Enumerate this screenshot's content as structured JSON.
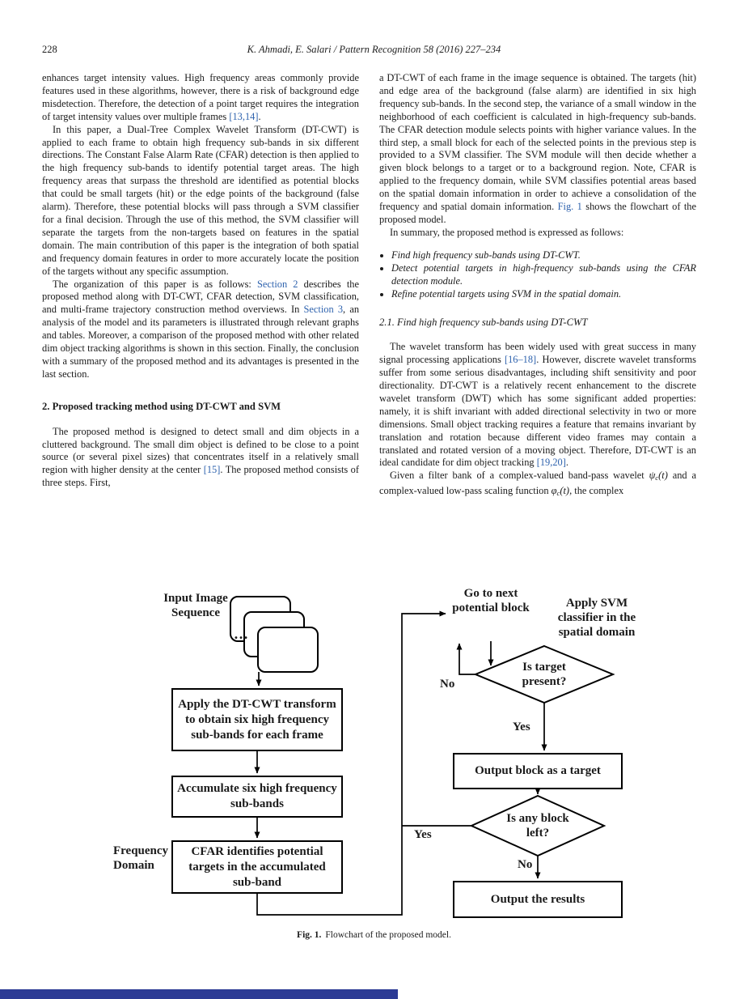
{
  "page": {
    "number": "228",
    "running_head": "K. Ahmadi, E. Salari / Pattern Recognition 58 (2016) 227–234"
  },
  "colors": {
    "link": "#2f63ae",
    "footer_bar": "#2c3b95"
  },
  "left_column": {
    "p1": [
      {
        "t": "enhances target intensity values. High frequency areas commonly provide features used in these algorithms, however, there is a risk of background edge misdetection. Therefore, the detection of a point target requires the integration of target intensity values over multiple frames "
      },
      {
        "t": "[13,14]",
        "c": "link"
      },
      {
        "t": "."
      }
    ],
    "p2": [
      {
        "t": "In this paper, a Dual-Tree Complex Wavelet Transform (DT-CWT) is applied to each frame to obtain high frequency sub-bands in six different directions. The Constant False Alarm Rate (CFAR) detection is then applied to the high frequency sub-bands to identify potential target areas. The high frequency areas that surpass the threshold are identified as potential blocks that could be small targets (hit) or the edge points of the background (false alarm). Therefore, these potential blocks will pass through a SVM classifier for a final decision. Through the use of this method, the SVM classifier will separate the targets from the non-targets based on features in the spatial domain. The main contribution of this paper is the integration of both spatial and frequency domain features in order to more accurately locate the position of the targets without any specific assumption."
      }
    ],
    "p3": [
      {
        "t": "The organization of this paper is as follows: "
      },
      {
        "t": "Section 2",
        "c": "link"
      },
      {
        "t": " describes the proposed method along with DT-CWT, CFAR detection, SVM classification, and multi-frame trajectory construction method overviews. In "
      },
      {
        "t": "Section 3",
        "c": "link"
      },
      {
        "t": ", an analysis of the model and its parameters is illustrated through relevant graphs and tables. Moreover, a comparison of the proposed method with other related dim object tracking algorithms is shown in this section. Finally, the conclusion with a summary of the proposed method and its advantages is presented in the last section."
      }
    ],
    "heading2": "2. Proposed tracking method using DT-CWT and SVM",
    "p4": [
      {
        "t": "The proposed method is designed to detect small and dim objects in a cluttered background. The small dim object is defined to be close to a point source (or several pixel sizes) that concentrates itself in a relatively small region with higher density at the center "
      },
      {
        "t": "[15]",
        "c": "link"
      },
      {
        "t": ". The proposed method consists of three steps. First,"
      }
    ]
  },
  "right_column": {
    "p5": [
      {
        "t": "a DT-CWT of each frame in the image sequence is obtained. The targets (hit) and edge area of the background (false alarm) are identified in six high frequency sub-bands. In the second step, the variance of a small window in the neighborhood of each coefficient is calculated in high-frequency sub-bands. The CFAR detection module selects points with higher variance values. In the third step, a small block for each of the selected points in the previous step is provided to a SVM classifier. The SVM module will then decide whether a given block belongs to a target or to a background region. Note, CFAR is applied to the frequency domain, while SVM classifies potential areas based on the spatial domain information in order to achieve a consolidation of the frequency and spatial domain information. "
      },
      {
        "t": "Fig. 1",
        "c": "link"
      },
      {
        "t": " shows the flowchart of the proposed model."
      }
    ],
    "p6": "In summary, the proposed method is expressed as follows:",
    "bullets": [
      "Find high frequency sub-bands using DT-CWT.",
      "Detect potential targets in high-frequency sub-bands using the CFAR detection module.",
      "Refine potential targets using SVM in the spatial domain."
    ],
    "heading21": "2.1. Find high frequency sub-bands using DT-CWT",
    "p7": [
      {
        "t": "The wavelet transform has been widely used with great success in many signal processing applications "
      },
      {
        "t": "[16–18]",
        "c": "link"
      },
      {
        "t": ". However, discrete wavelet transforms suffer from some serious disadvantages, including shift sensitivity and poor directionality. DT-CWT is a relatively recent enhancement to the discrete wavelet transform (DWT) which has some significant added properties: namely, it is shift invariant with added directional selectivity in two or more dimensions. Small object tracking requires a feature that remains invariant by translation and rotation because different video frames may contain a translated and rotated version of a moving object. Therefore, DT-CWT is an ideal candidate for dim object tracking "
      },
      {
        "t": "[19,20]",
        "c": "link"
      },
      {
        "t": "."
      }
    ],
    "p8": [
      {
        "t": "Given a filter bank of a complex-valued band-pass wavelet "
      },
      {
        "t": "ψ",
        "c": "math"
      },
      {
        "t": "c",
        "c": "math sub"
      },
      {
        "t": "(t)",
        "c": "math"
      },
      {
        "t": " and a complex-valued low-pass scaling function "
      },
      {
        "t": "φ",
        "c": "math"
      },
      {
        "t": "c",
        "c": "math sub"
      },
      {
        "t": "(t)",
        "c": "math"
      },
      {
        "t": ", the complex"
      }
    ]
  },
  "figure": {
    "input_label": "Input Image Sequence",
    "dots": "…",
    "box_dtcwt": "Apply the DT-CWT transform to obtain six high frequency sub-bands for each frame",
    "box_accumulate": "Accumulate six high frequency sub-bands",
    "box_cfar": "CFAR identifies potential targets in the accumulated sub-band",
    "freq_domain_label": "Frequency Domain",
    "go_next_label": "Go to next potential block",
    "svm_label": "Apply SVM classifier in the spatial domain",
    "diamond_target": "Is target present?",
    "diamond_block": "Is any block left?",
    "yes": "Yes",
    "no": "No",
    "box_output_target": "Output block as a target",
    "box_output_results": "Output the results",
    "caption_label": "Fig. 1.",
    "caption_text": "Flowchart of the proposed model."
  }
}
